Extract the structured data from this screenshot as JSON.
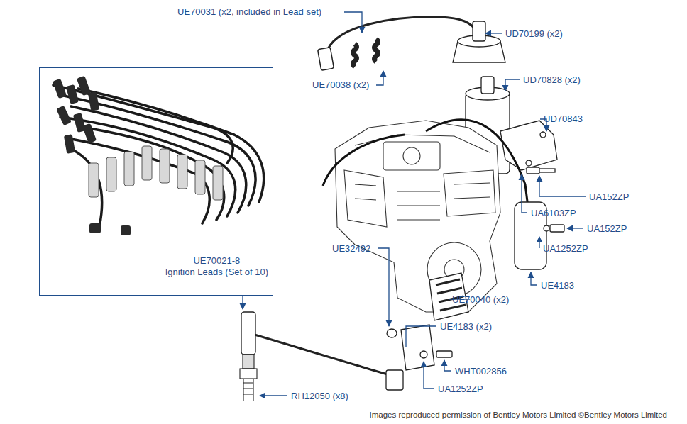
{
  "diagram": {
    "caption": "Images reproduced permission of Bentley Motors Limited ©Bentley Motors Limited",
    "nodes": [
      {
        "text": [
          "UE70021-8",
          "Ignition Leads (Set of 10)"
        ]
      }
    ],
    "edges": [],
    "labels": [
      "UE70031 (x2, included in Lead set)",
      "UD70199 (x2)",
      "UE70038 (x2)",
      "UD70828 (x2)",
      "UD70843",
      "UA152ZP",
      "UA6103ZP",
      "UA152ZP",
      "UA1252ZP",
      "UE4183",
      "UE32492",
      "UE70040 (x2)",
      "UE4183 (x2)",
      "WHT002856",
      "UA1252ZP",
      "RH12050 (x8)"
    ]
  }
}
